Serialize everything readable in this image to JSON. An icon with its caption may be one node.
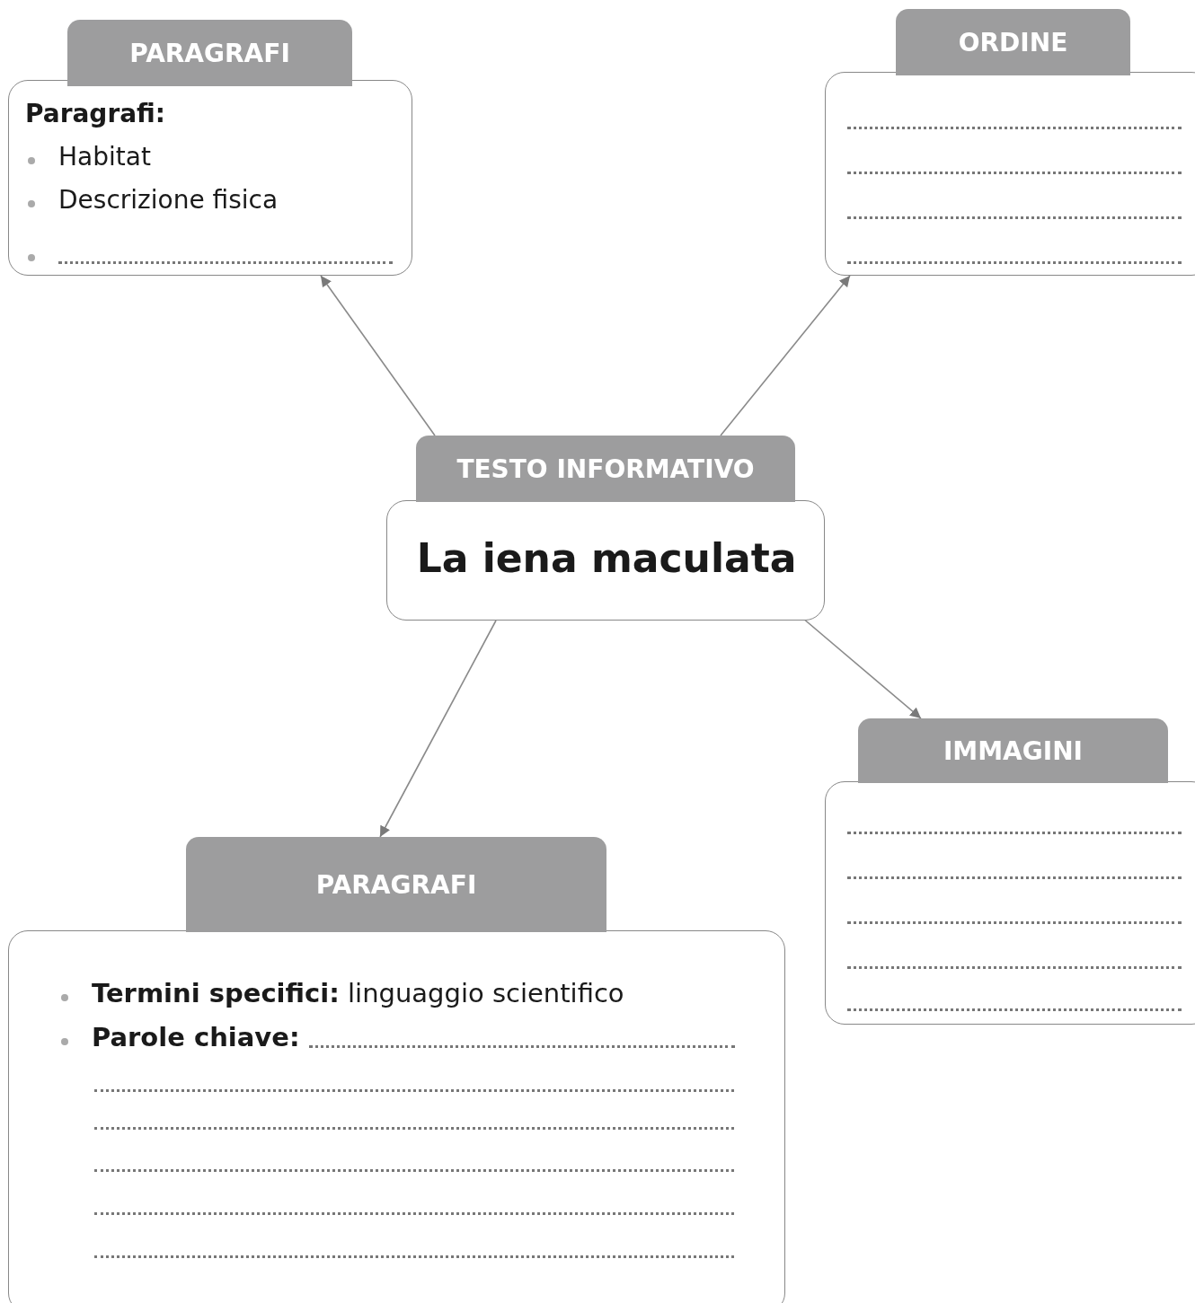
{
  "diagram": {
    "nodes": [
      {
        "text": [
          "PARAGRAFI",
          "Paragrafi:",
          "Habitat",
          "Descrizione fisica"
        ]
      },
      {
        "text": [
          "ORDINE"
        ]
      },
      {
        "text": [
          "TESTO INFORMATIVO",
          "La iena maculata"
        ]
      },
      {
        "text": [
          "PARAGRAFI",
          "**Termini specifici:** linguaggio scientifico",
          "**Parole chiave:**"
        ]
      },
      {
        "text": [
          "IMMAGINI"
        ]
      }
    ],
    "edges": [
      {
        "from": 2,
        "to": 0,
        "arrow": "to"
      },
      {
        "from": 2,
        "to": 1,
        "arrow": "to"
      },
      {
        "from": 2,
        "to": 3,
        "arrow": "to"
      },
      {
        "from": 2,
        "to": 4,
        "arrow": "to"
      }
    ]
  }
}
